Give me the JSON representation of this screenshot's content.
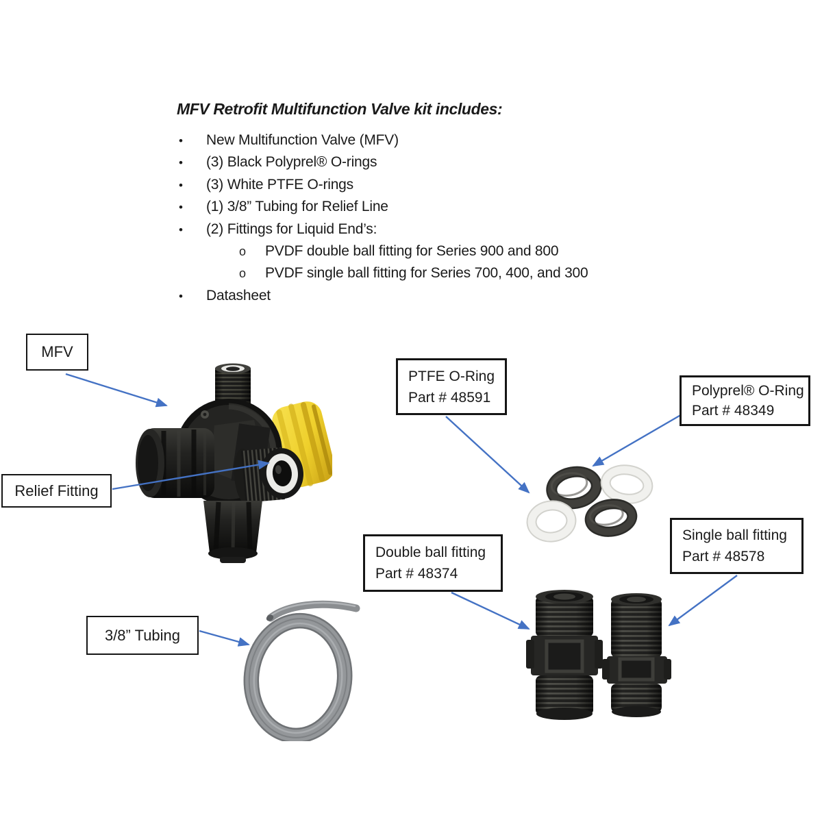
{
  "kit_list": {
    "title": "MFV Retrofit Multifunction Valve kit includes:",
    "bullet_glyph": "•",
    "sub_bullet_glyph": "o",
    "items": [
      "New Multifunction Valve (MFV)",
      "(3) Black Polyprel® O-rings",
      "(3) White PTFE O-rings",
      "(1) 3/8” Tubing for Relief Line",
      "(2) Fittings for Liquid End’s:"
    ],
    "sub_items": [
      "PVDF double ball fitting for Series 900 and 800",
      "PVDF single ball fitting for Series 700, 400, and 300"
    ],
    "last_item": "Datasheet"
  },
  "callouts": {
    "mfv": {
      "label": "MFV"
    },
    "relief_fitting": {
      "label": "Relief Fitting"
    },
    "ptfe_oring": {
      "name": "PTFE O-Ring",
      "part": "Part # 48591"
    },
    "polyprel_oring": {
      "name": "Polyprel® O-Ring",
      "part": "Part # 48349"
    },
    "double_ball_fitting": {
      "name": "Double ball fitting",
      "part": "Part # 48374"
    },
    "single_ball_fitting": {
      "name": "Single ball fitting",
      "part": "Part # 48578"
    },
    "tubing": {
      "label": "3/8” Tubing"
    }
  },
  "colors": {
    "arrow_blue": "#4472C4",
    "box_border": "#151515",
    "valve_yellow": "#EFD02C",
    "oring_black": "#3a3a37",
    "oring_white": "#efefec",
    "tubing_gray": "#94979a"
  }
}
